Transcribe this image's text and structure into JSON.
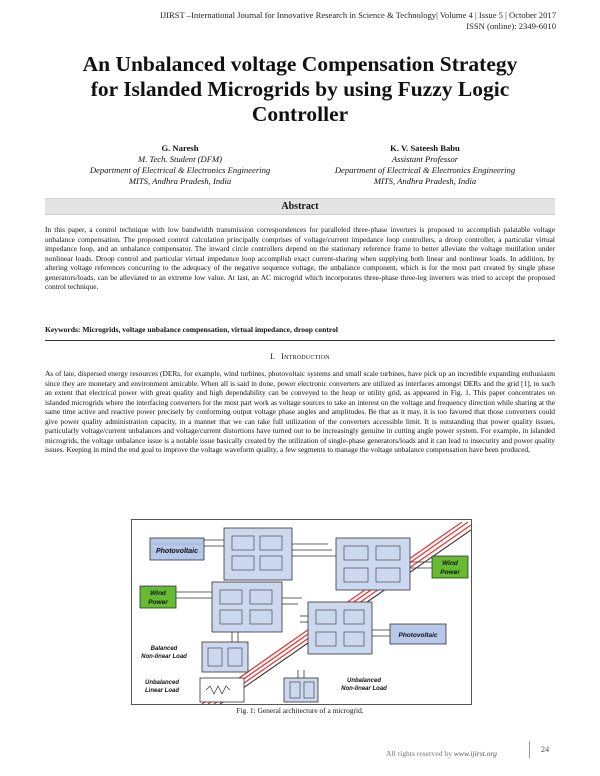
{
  "header": {
    "journal_line": "IJIRST –International Journal for Innovative Research in Science & Technology| Volume 4 | Issue 5 | October 2017",
    "issn": "ISSN (online): 2349-6010"
  },
  "title": {
    "line1": "An Unbalanced voltage Compensation Strategy",
    "line2": "for Islanded Microgrids by using Fuzzy Logic",
    "line3": "Controller"
  },
  "authors": [
    {
      "name": "G. Naresh",
      "role": "M. Tech. Student (DFM)",
      "department": "Department of Electrical & Electronics Engineering",
      "institution": "MITS, Andhra Pradesh, India"
    },
    {
      "name": "K. V. Sateesh Babu",
      "role": "Assistant Professor",
      "department": "Department of Electrical & Electronics Engineering",
      "institution": "MITS, Andhra Pradesh, India"
    }
  ],
  "abstract": {
    "heading": "Abstract",
    "text": "In this paper, a control technique with low bandwidth transmission correspondences for paralleled three-phase inverters is proposed to accomplish palatable voltage unbalance compensation. The proposed control calculation principally comprises of voltage/current impedance loop controllers, a droop controller, a particular virtual impedance loop, and an unbalance compensator. The inward circle controllers depend on the stationary reference frame to better alleviate the voltage mutilation under nonlinear loads. Droop control and particular virtual impedance loop accomplish exact current-sharing when supplying both linear and nonlinear loads. In addition, by altering voltage references concurring to the adequacy of the negative sequence voltage, the unbalance component, which is for the most part created by single phase generators/loads, can be alleviated to an extreme low value. At last, an AC microgrid which incorporates three-phase three-leg inverters was tried to accept the proposed control technique.",
    "keywords": "Keywords: Microgrids, voltage unbalance compensation, virtual impedance, droop control"
  },
  "section": {
    "number": "I.",
    "title": "Introduction"
  },
  "intro_text": "As of late, dispersed energy resources (DERs, for example, wind turbines, photovoltaic systems and small scale turbines, have pick up an incredible expanding enthusiasm since they are monetary and environment amicable. When all is said in done, power electronic converters are utilized as interfaces amongst DERs and the grid [1], to such an extent that electrical power with great quality and high dependability can be conveyed to the heap or utility grid, as appeared in Fig. 1. This paper concentrates on islanded microgrids where the interfacing converters for the most part work as voltage sources to take an interest on the voltage and frequency direction while sharing at the same time active and reactive power precisely by conforming output voltage phase angles and amplitudes. Be that as it may, it is too favored that those converters could give power quality administration capacity, in a manner that we can take full utilization of the converters accessible limit. It is outstanding that power quality issues, particularly voltage/current unbalances and voltage/current distortions have turned out to be increasingly genuine in cutting angle power system. For example, in islanded microgrids, the voltage unbalance issue is a notable issue basically created by the utilization of single-phase generators/loads and it can lead to insecurity and power quality issues. Keeping in mind the end goal to improve the voltage waveform quality, a few segments to manage the voltage unbalance compensation have been produced,",
  "figure": {
    "labels": {
      "photovoltaic": "Photovoltaic",
      "wind_power_right_1": "Wind",
      "wind_power_right_2": "Power",
      "wind_power_left_1": "Wind",
      "wind_power_left_2": "Power",
      "photovoltaic_right": "Photovoltaic",
      "balanced_nonlinear_1": "Balanced",
      "balanced_nonlinear_2": "Non-linear Load",
      "unbalanced_linear_1": "Unbalanced",
      "unbalanced_linear_2": "Linear Load",
      "unbalanced_nonlinear_1": "Unbalanced",
      "unbalanced_nonlinear_2": "Non-linear Load"
    },
    "colors": {
      "box_fill": "#ccd8f0",
      "pv_fill": "#b7c8ea",
      "wind_fill": "#66bb33",
      "bus_red": "#e33a3a",
      "bus_dark": "#333333"
    },
    "caption": "Fig. 1: General architecture of a microgrid."
  },
  "footer": {
    "rights": "All rights reserved by ",
    "site": "www.ijirst.org",
    "page": "24"
  }
}
